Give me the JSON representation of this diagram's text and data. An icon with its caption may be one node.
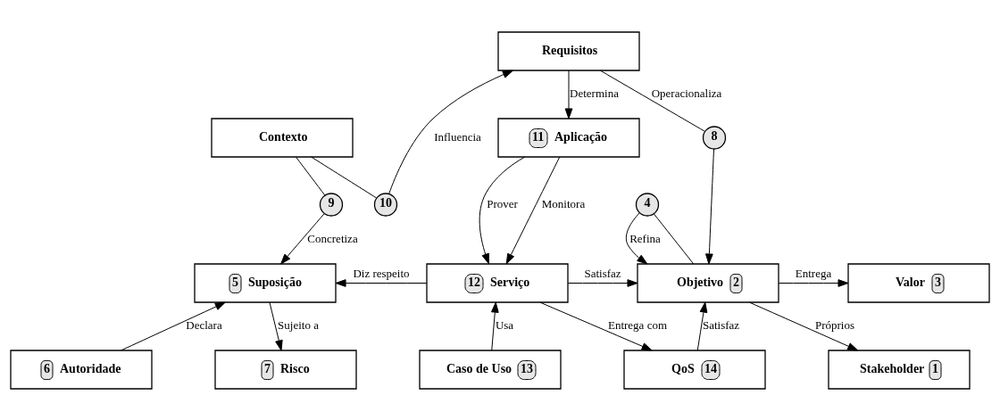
{
  "diagram": {
    "nodes": [
      {
        "text": [
          "Requisitos"
        ]
      },
      {
        "text": [
          "Contexto"
        ]
      },
      {
        "text": [
          "10"
        ]
      },
      {
        "text": [
          "11",
          "Aplicação"
        ]
      },
      {
        "text": [
          "9"
        ]
      },
      {
        "text": [
          "4"
        ]
      },
      {
        "text": [
          "8"
        ]
      },
      {
        "text": [
          "5",
          "Suposição"
        ]
      },
      {
        "text": [
          "12",
          "Serviço"
        ]
      },
      {
        "text": [
          "Objetivo",
          "2"
        ]
      },
      {
        "text": [
          "Valor",
          "3"
        ]
      },
      {
        "text": [
          "6",
          "Autoridade"
        ]
      },
      {
        "text": [
          "7",
          "Risco"
        ]
      },
      {
        "text": [
          "Caso de Uso",
          "13"
        ]
      },
      {
        "text": [
          "QoS",
          "14"
        ]
      },
      {
        "text": [
          "Stakeholder",
          "1"
        ]
      }
    ],
    "edges": [
      {
        "from": 1,
        "to": 2,
        "arrow": "none"
      },
      {
        "from": 2,
        "to": 0,
        "arrow": "to",
        "label": "Influencia"
      },
      {
        "from": 0,
        "to": 3,
        "arrow": "to",
        "label": "Determina"
      },
      {
        "from": 0,
        "to": 6,
        "arrow": "none",
        "label": "Operacionaliza"
      },
      {
        "from": 6,
        "to": 9,
        "arrow": "to"
      },
      {
        "from": 1,
        "to": 4,
        "arrow": "none"
      },
      {
        "from": 4,
        "to": 7,
        "arrow": "to",
        "label": "Concretiza"
      },
      {
        "from": 3,
        "to": 8,
        "arrow": "to",
        "label": "Prover"
      },
      {
        "from": 3,
        "to": 8,
        "arrow": "to",
        "label": "Monitora"
      },
      {
        "from": 9,
        "to": 5,
        "arrow": "none"
      },
      {
        "from": 5,
        "to": 9,
        "arrow": "to",
        "label": "Refina"
      },
      {
        "from": 8,
        "to": 7,
        "arrow": "to",
        "label": "Diz respeito"
      },
      {
        "from": 8,
        "to": 9,
        "arrow": "to",
        "label": "Satisfaz"
      },
      {
        "from": 11,
        "to": 7,
        "arrow": "to",
        "label": "Declara"
      },
      {
        "from": 7,
        "to": 12,
        "arrow": "to",
        "label": "Sujeito a"
      },
      {
        "from": 13,
        "to": 8,
        "arrow": "to",
        "label": "Usa"
      },
      {
        "from": 8,
        "to": 14,
        "arrow": "to",
        "label": "Entrega com"
      },
      {
        "from": 14,
        "to": 9,
        "arrow": "to",
        "label": "Satisfaz"
      },
      {
        "from": 9,
        "to": 15,
        "arrow": "to",
        "label": "Próprios"
      },
      {
        "from": 9,
        "to": 10,
        "arrow": "to",
        "label": "Entrega"
      }
    ]
  }
}
